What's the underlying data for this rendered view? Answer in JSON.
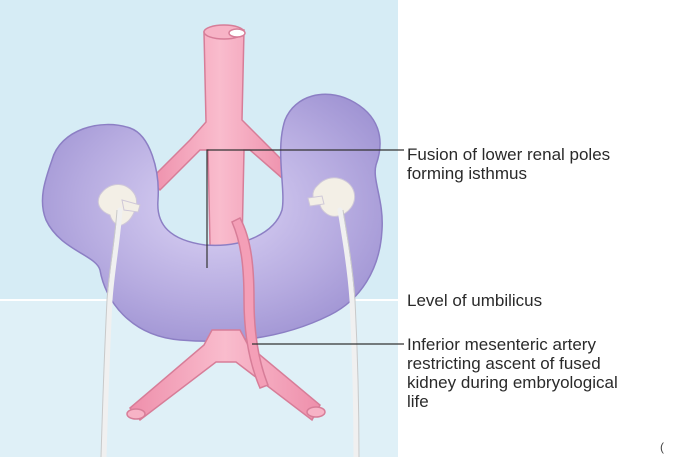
{
  "labels": {
    "fusion": "Fusion of lower renal poles\nforming isthmus",
    "umbilicus": "Level of umbilicus",
    "ima": "Inferior mesenteric artery\nrestricting ascent of fused\nkidney during embryological\nlife"
  },
  "corner_mark": "(",
  "colors": {
    "background": "#d4eaf3",
    "kidney": "#b3a8dd",
    "kidney_edge": "#8c7fc4",
    "vessel": "#f49fb7",
    "vessel_edge": "#d77d98",
    "ureter": "#ececec",
    "leader_line": "#333333"
  },
  "icons": [
    "horseshoe-kidney-illustration"
  ]
}
